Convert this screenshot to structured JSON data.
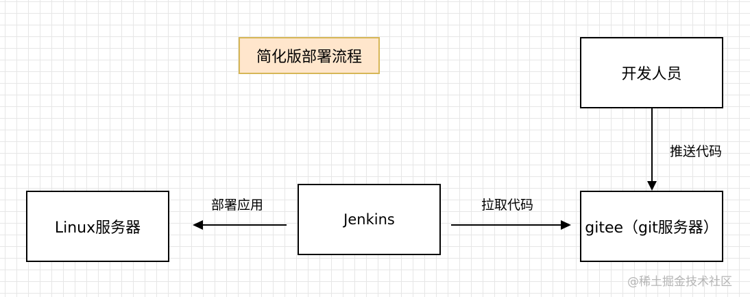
{
  "diagram": {
    "title": "简化版部署流程",
    "nodes": {
      "developer": "开发人员",
      "gitee": "gitee（git服务器）",
      "jenkins": "Jenkins",
      "linux": "Linux服务器"
    },
    "edges": {
      "push": "推送代码",
      "pull": "拉取代码",
      "deploy": "部署应用"
    }
  },
  "watermark": "@稀土掘金技术社区"
}
